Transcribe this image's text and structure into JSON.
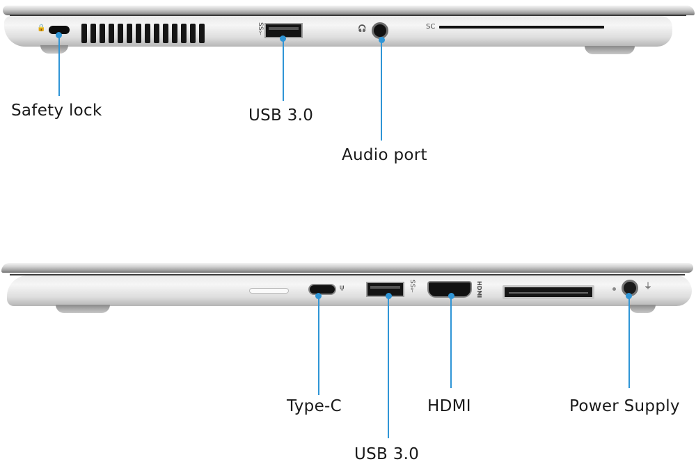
{
  "figure": {
    "views": [
      {
        "name": "left-side-view",
        "port_markings": {
          "lock_glyph": "🔒",
          "usb_glyph": "SS⟜",
          "audio_glyph": "🎧",
          "sc_label": "SC"
        },
        "callouts": [
          {
            "label": "Safety lock"
          },
          {
            "label": "USB 3.0"
          },
          {
            "label": "Audio port"
          }
        ]
      },
      {
        "name": "right-side-view",
        "port_markings": {
          "typec_glyph": "ψ",
          "usb_glyph": "SS⟜",
          "hdmi_label": "HDMI",
          "power_glyph": "⏚"
        },
        "callouts": [
          {
            "label": "Type-C"
          },
          {
            "label": "USB 3.0"
          },
          {
            "label": "HDMI"
          },
          {
            "label": "Power Supply"
          }
        ]
      }
    ],
    "colors": {
      "callout": "#2f95d6",
      "label_text": "#1a1a1a",
      "chassis": "#d9d9d9"
    }
  }
}
